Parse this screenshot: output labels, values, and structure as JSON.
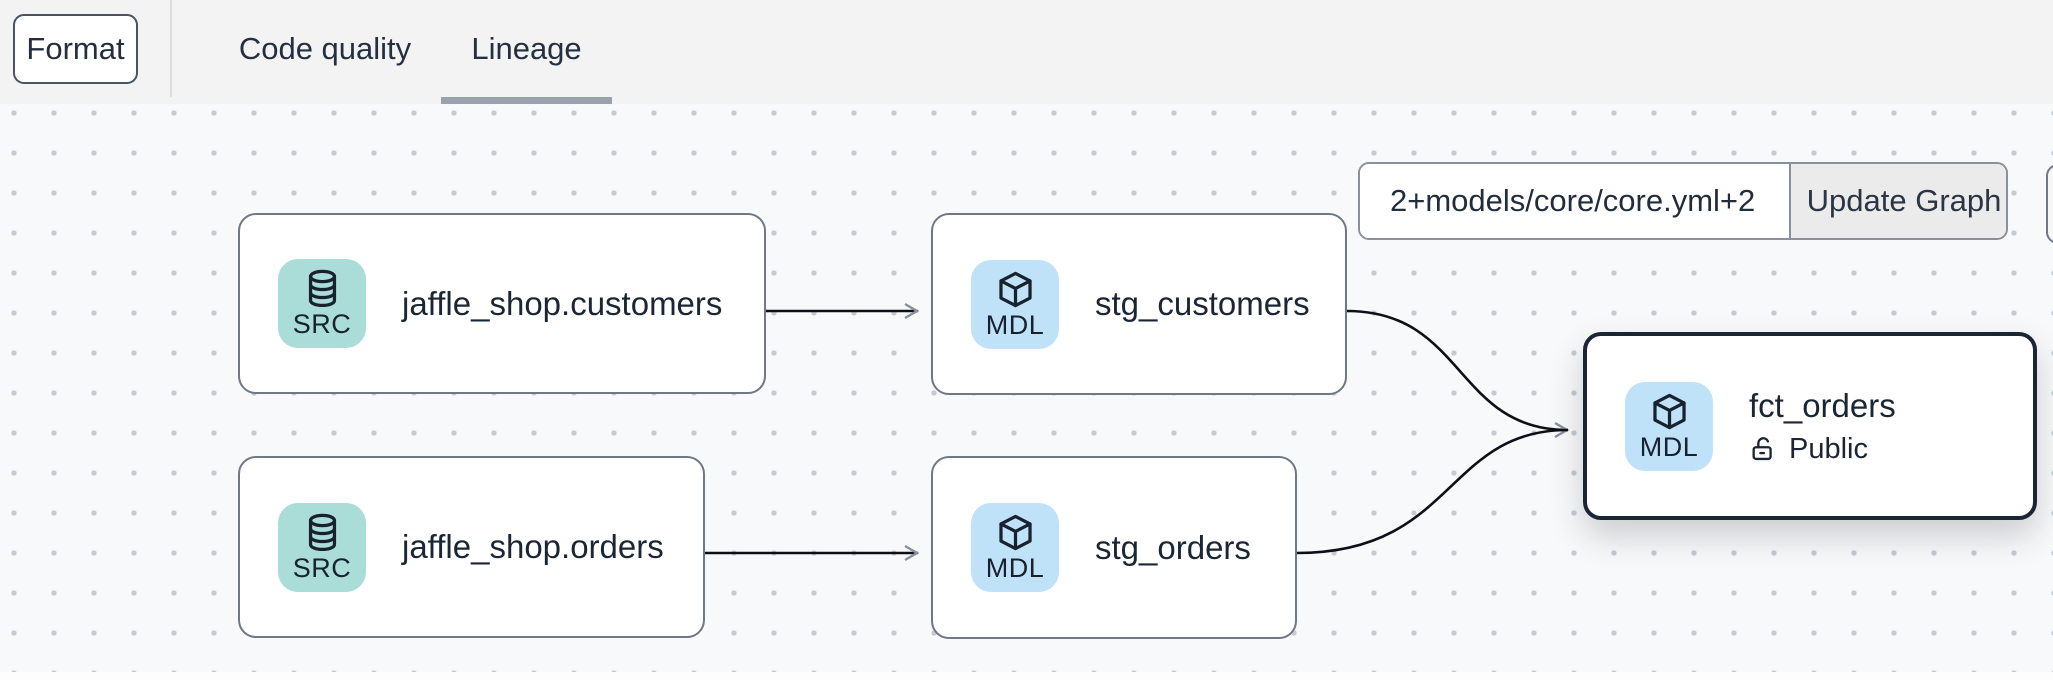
{
  "header": {
    "format_button_label": "Format",
    "tabs": [
      {
        "label": "Code quality",
        "active": false
      },
      {
        "label": "Lineage",
        "active": true
      }
    ]
  },
  "lineage_toolbar": {
    "selector_input_value": "2+models/core/core.yml+2",
    "update_graph_button_label": "Update Graph"
  },
  "graph": {
    "nodes": [
      {
        "badge": "SRC",
        "icon": "database-icon",
        "label": "jaffle_shop.customers",
        "type": "source"
      },
      {
        "badge": "MDL",
        "icon": "cube-icon",
        "label": "stg_customers",
        "type": "model"
      },
      {
        "badge": "SRC",
        "icon": "database-icon",
        "label": "jaffle_shop.orders",
        "type": "source"
      },
      {
        "badge": "MDL",
        "icon": "cube-icon",
        "label": "stg_orders",
        "type": "model"
      },
      {
        "badge": "MDL",
        "icon": "cube-icon",
        "label": "fct_orders",
        "type": "model",
        "access_label": "Public",
        "selected": true
      }
    ],
    "edges": [
      {
        "from": "jaffle_shop.customers",
        "to": "stg_customers"
      },
      {
        "from": "jaffle_shop.orders",
        "to": "stg_orders"
      },
      {
        "from": "stg_customers",
        "to": "fct_orders"
      },
      {
        "from": "stg_orders",
        "to": "fct_orders"
      }
    ]
  },
  "colors": {
    "source_badge_bg": "#aadcd8",
    "model_badge_bg": "#c0e2f9",
    "node_border": "#6f7885",
    "selected_node_border": "#1b2634",
    "edge": "#0d1117",
    "arrowhead": "#8a909a",
    "canvas_bg": "#f8f9fa",
    "header_bg": "#f3f3f4",
    "active_tab_underline": "#99a1ad",
    "text": "#1b2634"
  }
}
